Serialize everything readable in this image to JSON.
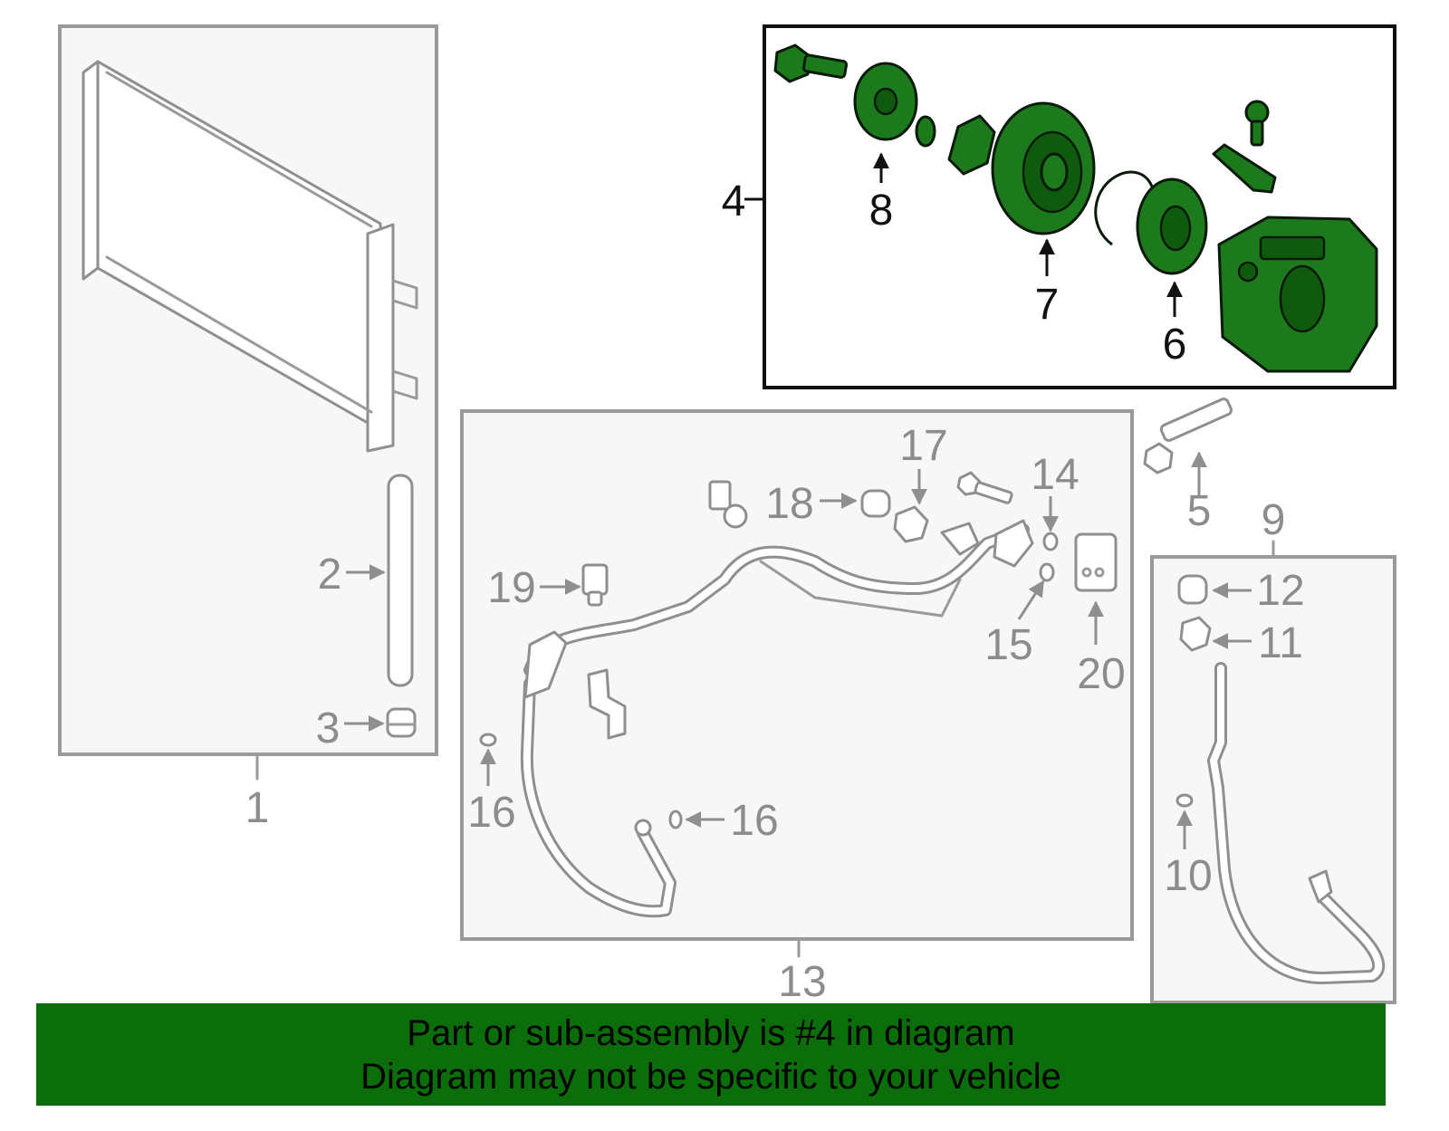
{
  "diagram": {
    "labels": {
      "n1": "1",
      "n2": "2",
      "n3": "3",
      "n4": "4",
      "n5": "5",
      "n6": "6",
      "n7": "7",
      "n8": "8",
      "n9": "9",
      "n10": "10",
      "n11": "11",
      "n12": "12",
      "n13": "13",
      "n14": "14",
      "n15": "15",
      "n16a": "16",
      "n16b": "16",
      "n17": "17",
      "n18": "18",
      "n19": "19",
      "n20": "20"
    },
    "highlighted_part": "4",
    "colors": {
      "highlight_green": "#1c7a1c",
      "banner_green": "#0b6e0b",
      "inactive_gray": "#9a9a9a"
    }
  },
  "banner": {
    "line1": "Part or sub-assembly is #4 in diagram",
    "line2": "Diagram may not be specific to your vehicle"
  }
}
